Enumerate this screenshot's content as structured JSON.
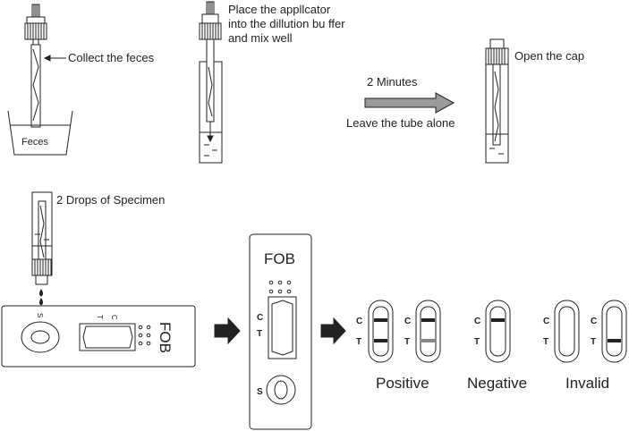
{
  "steps": {
    "collect": "Collect the feces",
    "container_label": "Feces",
    "place_line1": "Place the appllcator",
    "place_line2": "into the dillution bu ffer",
    "place_line3": "and mix well",
    "wait_time": "2 Minutes",
    "wait_note": "Leave the tube alone",
    "open_cap": "Open the cap",
    "drops": "2 Drops of Specimen"
  },
  "device": {
    "name": "FOB",
    "control_mark": "C",
    "test_mark": "T",
    "sample_mark": "S"
  },
  "results": {
    "positive": "Positive",
    "negative": "Negative",
    "invalid": "Invalid"
  },
  "colors": {
    "ink": "#222222",
    "arrow_fill": "#9a9a9a",
    "faint_line": "#888888"
  }
}
